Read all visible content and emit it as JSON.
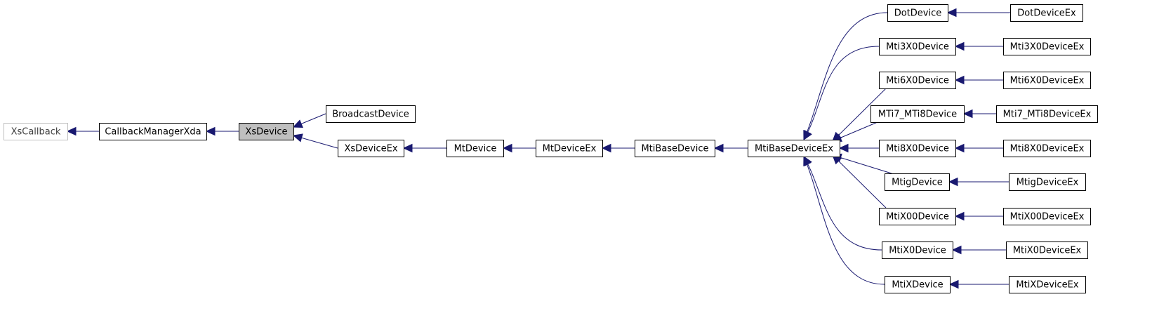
{
  "colors": {
    "edge": "#191970",
    "node_border": "#000000",
    "node_fill": "#ffffff",
    "highlight_fill": "#bfbfbf",
    "external_border": "#bfbfbf",
    "external_text": "#404040"
  },
  "nodes": {
    "xscallback": {
      "label": "XsCallback",
      "style": "external"
    },
    "callbackmanagerxda": {
      "label": "CallbackManagerXda",
      "style": "normal"
    },
    "xsdevice": {
      "label": "XsDevice",
      "style": "highlight"
    },
    "broadcastdevice": {
      "label": "BroadcastDevice",
      "style": "normal"
    },
    "xsdeviceex": {
      "label": "XsDeviceEx",
      "style": "normal"
    },
    "mtdevice": {
      "label": "MtDevice",
      "style": "normal"
    },
    "mtdeviceex": {
      "label": "MtDeviceEx",
      "style": "normal"
    },
    "mtibasedevice": {
      "label": "MtiBaseDevice",
      "style": "normal"
    },
    "mtibasedeviceex": {
      "label": "MtiBaseDeviceEx",
      "style": "normal"
    },
    "dotdevice": {
      "label": "DotDevice",
      "style": "normal"
    },
    "mti3x0device": {
      "label": "Mti3X0Device",
      "style": "normal"
    },
    "mti6x0device": {
      "label": "Mti6X0Device",
      "style": "normal"
    },
    "mti7_mti8device": {
      "label": "MTi7_MTi8Device",
      "style": "normal"
    },
    "mti8x0device": {
      "label": "Mti8X0Device",
      "style": "normal"
    },
    "mtigdevice": {
      "label": "MtigDevice",
      "style": "normal"
    },
    "mtix00device": {
      "label": "MtiX00Device",
      "style": "normal"
    },
    "mtix0device": {
      "label": "MtiX0Device",
      "style": "normal"
    },
    "mtixdevice": {
      "label": "MtiXDevice",
      "style": "normal"
    },
    "dotdeviceex": {
      "label": "DotDeviceEx",
      "style": "normal"
    },
    "mti3x0deviceex": {
      "label": "Mti3X0DeviceEx",
      "style": "normal"
    },
    "mti6x0deviceex": {
      "label": "Mti6X0DeviceEx",
      "style": "normal"
    },
    "mti7_mti8deviceex": {
      "label": "Mti7_MTi8DeviceEx",
      "style": "normal"
    },
    "mti8x0deviceex": {
      "label": "Mti8X0DeviceEx",
      "style": "normal"
    },
    "mtigdeviceex": {
      "label": "MtigDeviceEx",
      "style": "normal"
    },
    "mtix00deviceex": {
      "label": "MtiX00DeviceEx",
      "style": "normal"
    },
    "mtix0deviceex": {
      "label": "MtiX0DeviceEx",
      "style": "normal"
    },
    "mtixdeviceex": {
      "label": "MtiXDeviceEx",
      "style": "normal"
    }
  },
  "edges": [
    {
      "from": "callbackmanagerxda",
      "to": "xscallback"
    },
    {
      "from": "xsdevice",
      "to": "callbackmanagerxda"
    },
    {
      "from": "broadcastdevice",
      "to": "xsdevice"
    },
    {
      "from": "xsdeviceex",
      "to": "xsdevice"
    },
    {
      "from": "mtdevice",
      "to": "xsdeviceex"
    },
    {
      "from": "mtdeviceex",
      "to": "mtdevice"
    },
    {
      "from": "mtibasedevice",
      "to": "mtdeviceex"
    },
    {
      "from": "mtibasedeviceex",
      "to": "mtibasedevice"
    },
    {
      "from": "dotdevice",
      "to": "mtibasedeviceex"
    },
    {
      "from": "mti3x0device",
      "to": "mtibasedeviceex"
    },
    {
      "from": "mti6x0device",
      "to": "mtibasedeviceex"
    },
    {
      "from": "mti7_mti8device",
      "to": "mtibasedeviceex"
    },
    {
      "from": "mti8x0device",
      "to": "mtibasedeviceex"
    },
    {
      "from": "mtigdevice",
      "to": "mtibasedeviceex"
    },
    {
      "from": "mtix00device",
      "to": "mtibasedeviceex"
    },
    {
      "from": "mtix0device",
      "to": "mtibasedeviceex"
    },
    {
      "from": "mtixdevice",
      "to": "mtibasedeviceex"
    },
    {
      "from": "dotdeviceex",
      "to": "dotdevice"
    },
    {
      "from": "mti3x0deviceex",
      "to": "mti3x0device"
    },
    {
      "from": "mti6x0deviceex",
      "to": "mti6x0device"
    },
    {
      "from": "mti7_mti8deviceex",
      "to": "mti7_mti8device"
    },
    {
      "from": "mti8x0deviceex",
      "to": "mti8x0device"
    },
    {
      "from": "mtigdeviceex",
      "to": "mtigdevice"
    },
    {
      "from": "mtix00deviceex",
      "to": "mtix00device"
    },
    {
      "from": "mtix0deviceex",
      "to": "mtix0device"
    },
    {
      "from": "mtixdeviceex",
      "to": "mtixdevice"
    }
  ]
}
